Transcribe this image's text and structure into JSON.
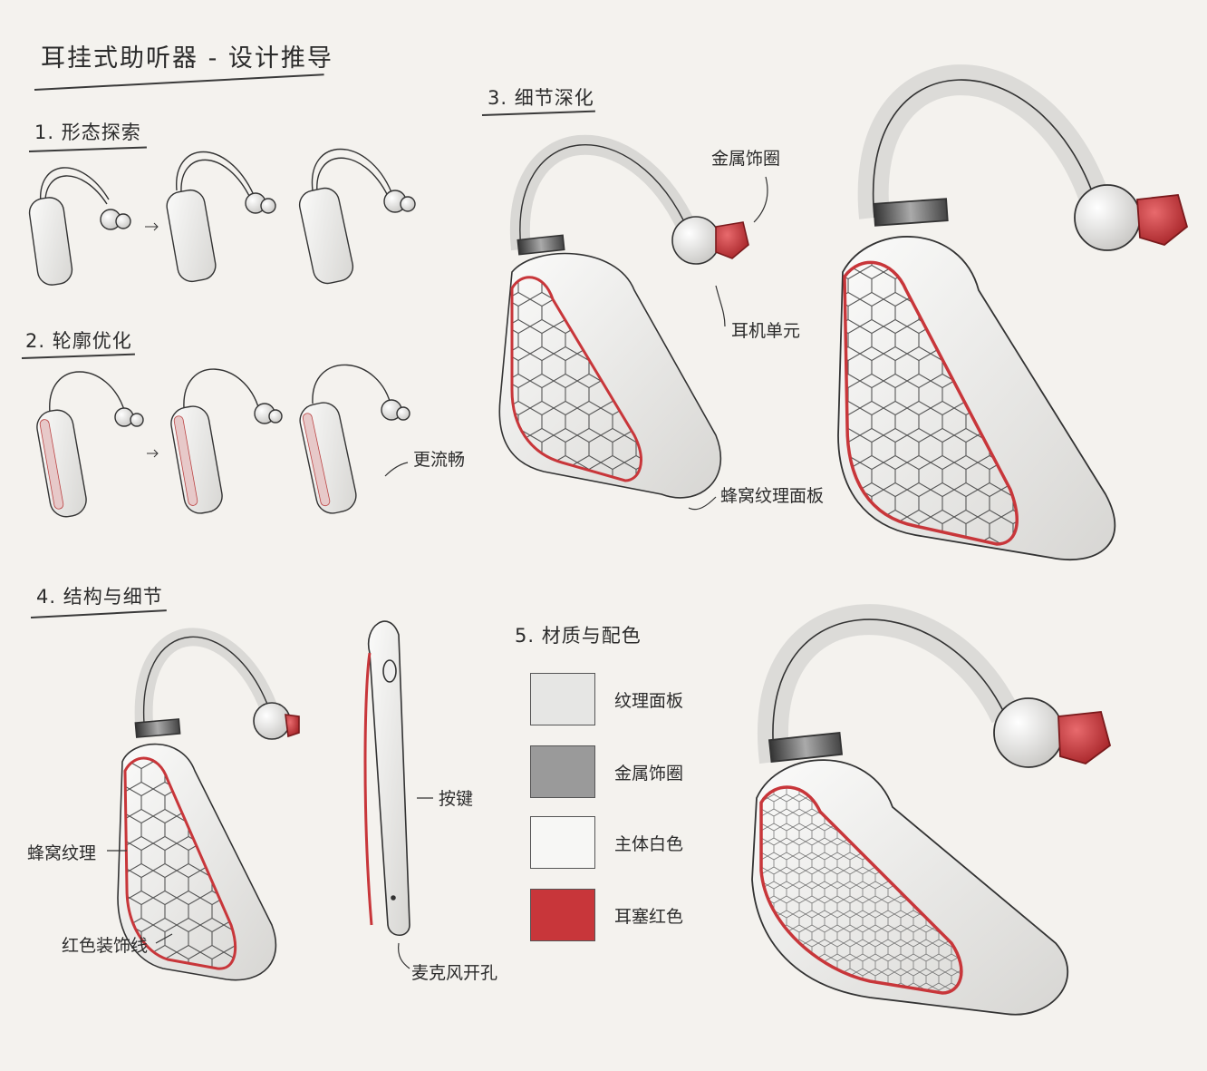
{
  "title": "耳挂式助听器 - 设计推导",
  "sections": {
    "s1": "1. 形态探索",
    "s2": "2. 轮廓优化",
    "s3": "3. 细节深化",
    "s4": "4. 结构与细节",
    "s5": "5. 材质与配色"
  },
  "annotations": {
    "smoother": "更流畅",
    "metal_ring": "金属饰圈",
    "speaker_unit": "耳机单元",
    "honeycomb_panel": "蜂窝纹理面板",
    "honeycomb_texture": "蜂窝纹理",
    "red_trim": "红色装饰线",
    "button": "按键",
    "mic_hole": "麦克风开孔"
  },
  "materials": [
    {
      "label": "纹理面板",
      "swatch": "honeycomb",
      "color": "#e6e6e4"
    },
    {
      "label": "金属饰圈",
      "swatch": "metal",
      "color": "#9a9a9a"
    },
    {
      "label": "主体白色",
      "swatch": "white",
      "color": "#f7f7f5"
    },
    {
      "label": "耳塞红色",
      "swatch": "red",
      "color": "#c8363a"
    }
  ],
  "colors": {
    "accent_red": "#c8363a",
    "ink": "#2b2b2b",
    "paper": "#f4f2ee"
  }
}
